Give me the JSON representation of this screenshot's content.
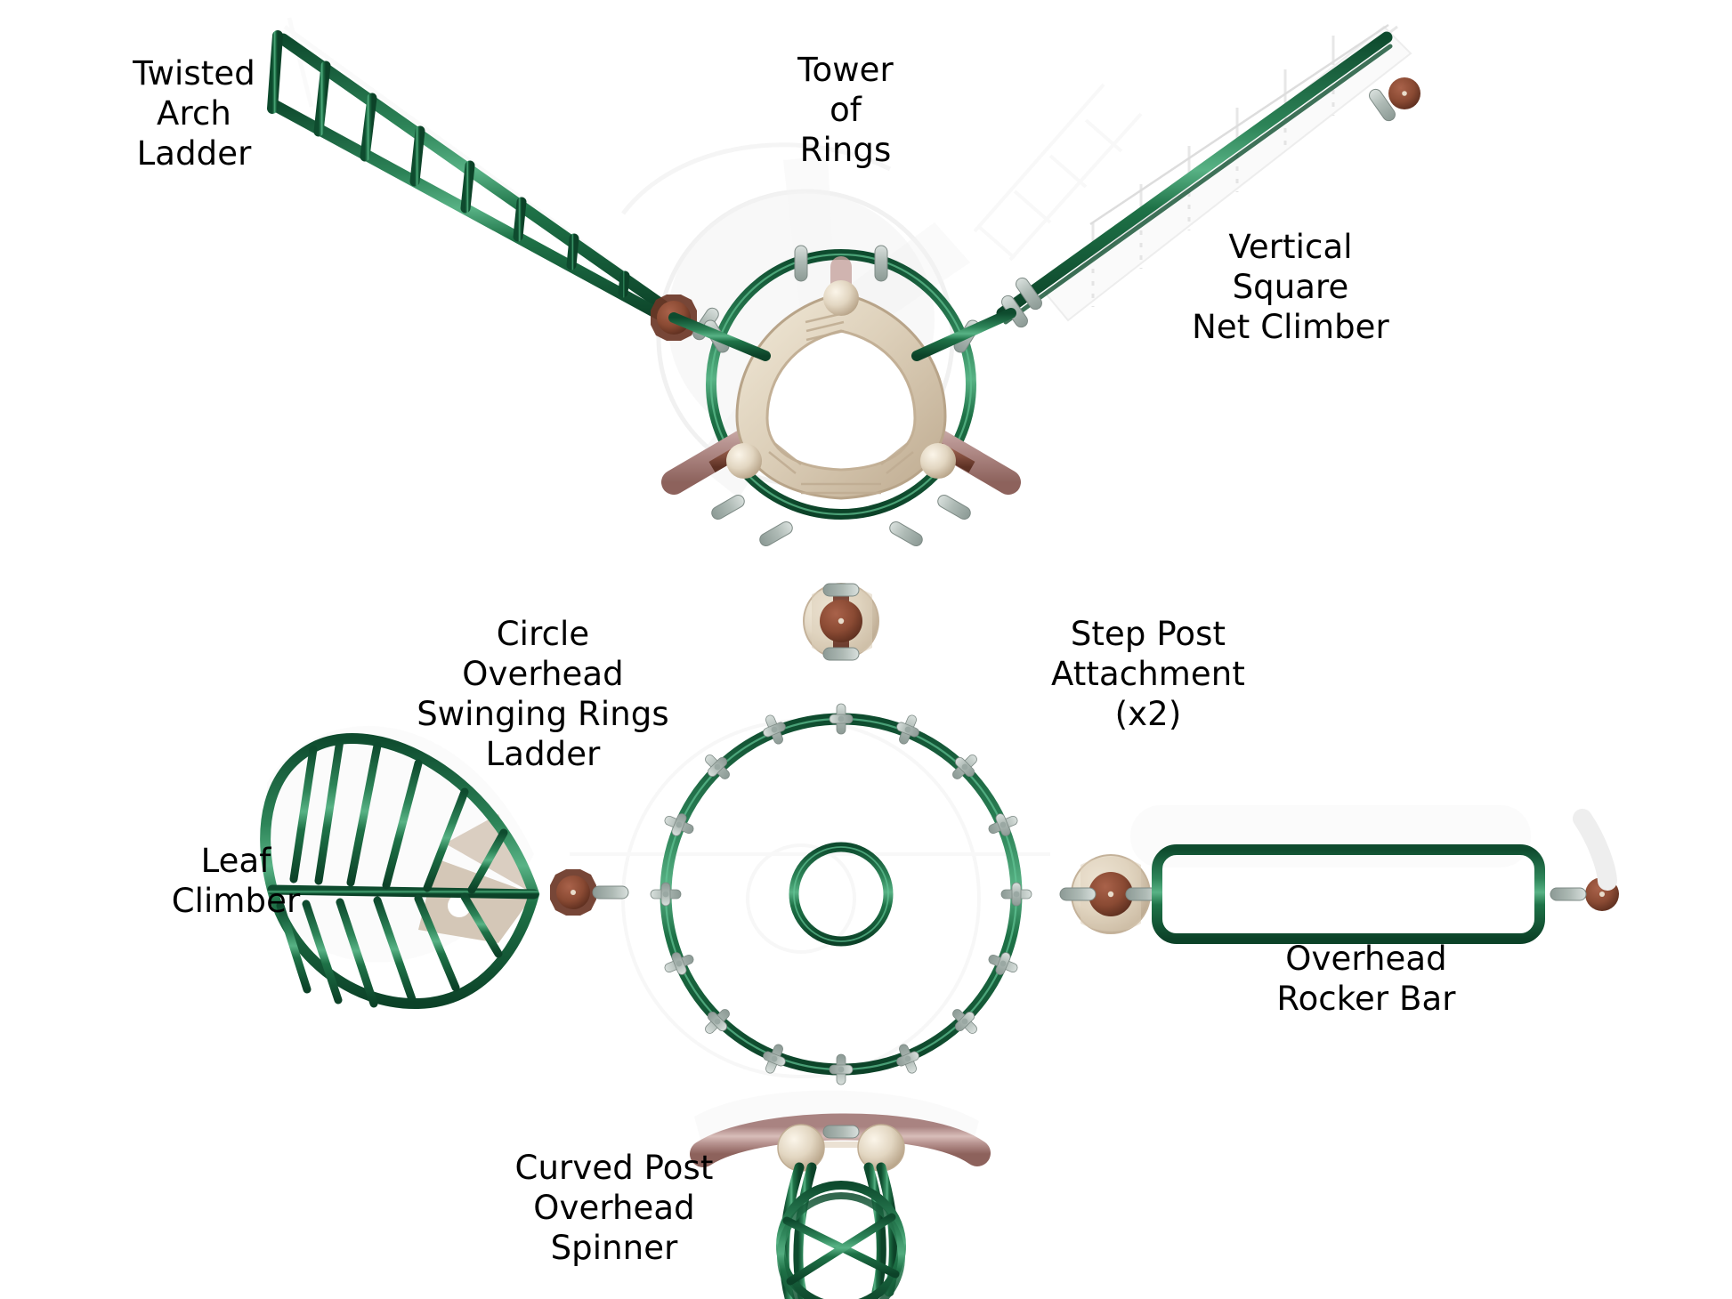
{
  "diagram": {
    "title": "Playground Climber Assembly Component Callout Diagram",
    "background_color": "#ffffff",
    "palette": {
      "structure_green": "#1b6b42",
      "green_dark": "#0f4f30",
      "green_highlight": "#3f9a6c",
      "post_mauve": "#b08f8c",
      "post_mauve_dark": "#7e4f48",
      "hub_tan": "#e6d9c6",
      "hub_tan_dark": "#c3ae95",
      "clamp_grey": "#b9c4c0",
      "hub_brown": "#8a4a33",
      "ghost_grey": "#e9e9e9",
      "label_text": "#000000"
    },
    "labels": [
      {
        "id": "twisted-arch-ladder",
        "text": "Twisted\nArch\nLadder",
        "lines": [
          "Twisted",
          "Arch",
          "Ladder"
        ]
      },
      {
        "id": "tower-of-rings",
        "text": "Tower\nof\nRings",
        "lines": [
          "Tower",
          "of",
          "Rings"
        ]
      },
      {
        "id": "vertical-square-net-climber",
        "text": "Vertical\nSquare\nNet Climber",
        "lines": [
          "Vertical",
          "Square",
          "Net Climber"
        ]
      },
      {
        "id": "circle-overhead-swinging-rings-ladder",
        "text": "Circle\nOverhead\nSwinging Rings\nLadder",
        "lines": [
          "Circle",
          "Overhead",
          "Swinging Rings",
          "Ladder"
        ]
      },
      {
        "id": "step-post-attachment",
        "text": "Step Post\nAttachment\n(x2)",
        "lines": [
          "Step Post",
          "Attachment",
          "(x2)"
        ]
      },
      {
        "id": "leaf-climber",
        "text": "Leaf\nClimber",
        "lines": [
          "Leaf",
          "Climber"
        ]
      },
      {
        "id": "overhead-rocker-bar",
        "text": "Overhead\nRocker Bar",
        "lines": [
          "Overhead",
          "Rocker Bar"
        ]
      },
      {
        "id": "curved-post-overhead-spinner",
        "text": "Curved Post\nOverhead\nSpinner",
        "lines": [
          "Curved Post",
          "Overhead",
          "Spinner"
        ]
      }
    ],
    "components": [
      {
        "name": "Twisted Arch Ladder",
        "quantity": 1,
        "rungs": 7,
        "position": "upper-left"
      },
      {
        "name": "Tower of Rings",
        "quantity": 1,
        "arms": 3,
        "position": "upper-center"
      },
      {
        "name": "Vertical Square Net Climber",
        "quantity": 1,
        "position": "upper-right"
      },
      {
        "name": "Circle Overhead Swinging Rings Ladder",
        "quantity": 1,
        "rings": 16,
        "position": "center"
      },
      {
        "name": "Step Post Attachment",
        "quantity": 2,
        "position": "center and center-right"
      },
      {
        "name": "Leaf Climber",
        "quantity": 1,
        "position": "left"
      },
      {
        "name": "Overhead Rocker Bar",
        "quantity": 1,
        "position": "right"
      },
      {
        "name": "Curved Post Overhead Spinner",
        "quantity": 1,
        "position": "bottom-center"
      }
    ]
  }
}
